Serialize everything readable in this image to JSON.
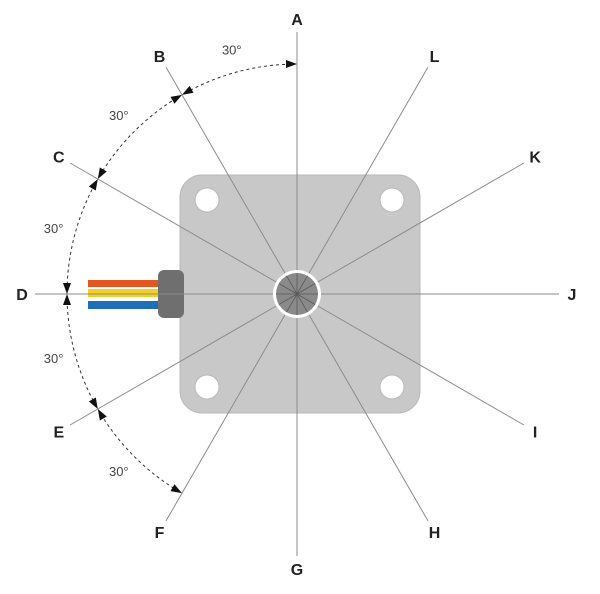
{
  "directions": [
    "A",
    "B",
    "C",
    "D",
    "E",
    "F",
    "G",
    "H",
    "I",
    "J",
    "K",
    "L"
  ],
  "angle_labels": [
    {
      "text": "30°",
      "between": [
        "A",
        "B"
      ]
    },
    {
      "text": "30°",
      "between": [
        "B",
        "C"
      ]
    },
    {
      "text": "30°",
      "between": [
        "C",
        "D"
      ]
    },
    {
      "text": "30°",
      "between": [
        "D",
        "E"
      ]
    },
    {
      "text": "30°",
      "between": [
        "E",
        "F"
      ]
    }
  ],
  "colors": {
    "plate": "#c8c8c8",
    "plate_edge": "#b9b9b9",
    "hole": "#ffffff",
    "hub": "#8a8a8a",
    "connector": "#6f6f6f",
    "ray": "#8c8c8c",
    "wire_orange": "#e2561f",
    "wire_yellow": "#f2d024",
    "wire_blue": "#1f6fb8",
    "arc": "#333333"
  }
}
